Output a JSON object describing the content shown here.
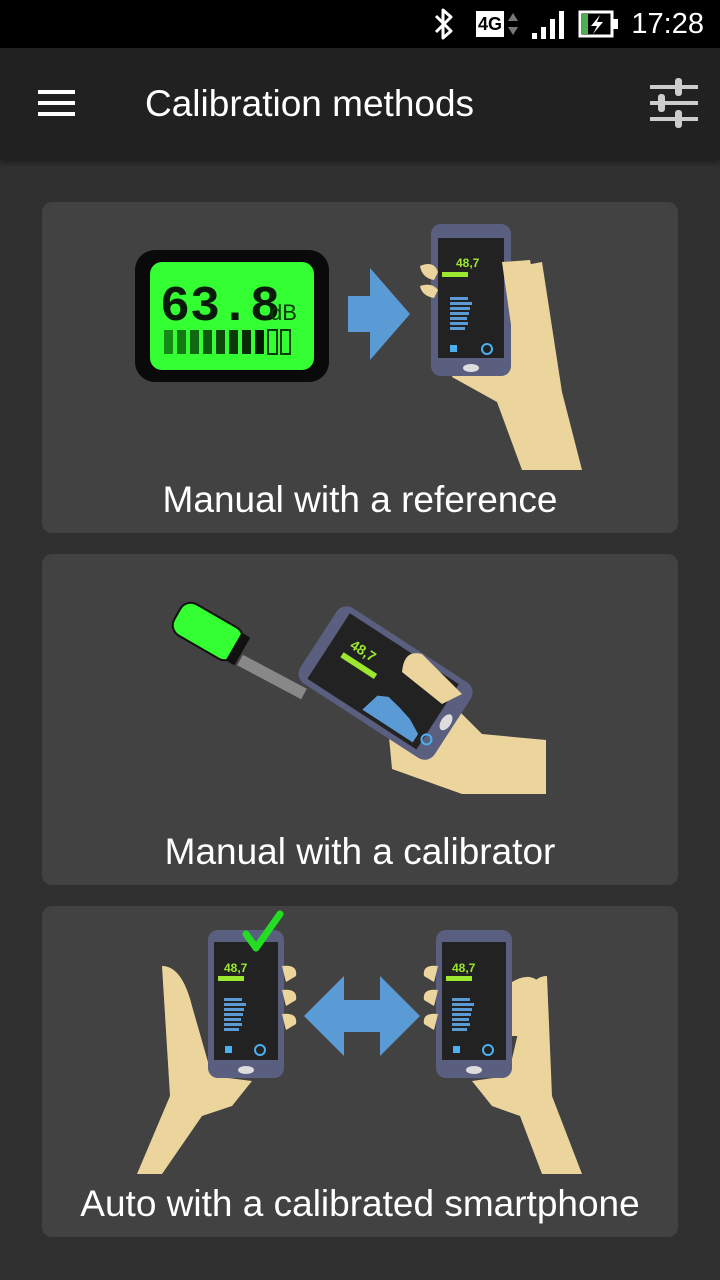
{
  "status_bar": {
    "time": "17:28",
    "network": "4G",
    "icons": [
      "bluetooth-icon",
      "4g-icon",
      "signal-icon",
      "battery-charging-icon"
    ]
  },
  "app_bar": {
    "title": "Calibration methods",
    "menu_icon": "hamburger-menu-icon",
    "settings_icon": "tune-sliders-icon"
  },
  "colors": {
    "background": "#303030",
    "card": "#424242",
    "app_bar": "#212121",
    "lcd_green": "#33ff33",
    "arrow_blue": "#5b9bd5",
    "skin": "#ecd59d",
    "phone_frame": "#5a5f80",
    "check_green": "#22dd22"
  },
  "methods": [
    {
      "label": "Manual with a reference",
      "illustration": {
        "meter_value": "63.8",
        "meter_unit": "dB",
        "phone_reading": "48,7"
      }
    },
    {
      "label": "Manual with a calibrator",
      "illustration": {
        "phone_reading": "48,7"
      }
    },
    {
      "label": "Auto with a calibrated smartphone",
      "illustration": {
        "left_phone_reading": "48,7",
        "right_phone_reading": "48,7"
      }
    }
  ]
}
